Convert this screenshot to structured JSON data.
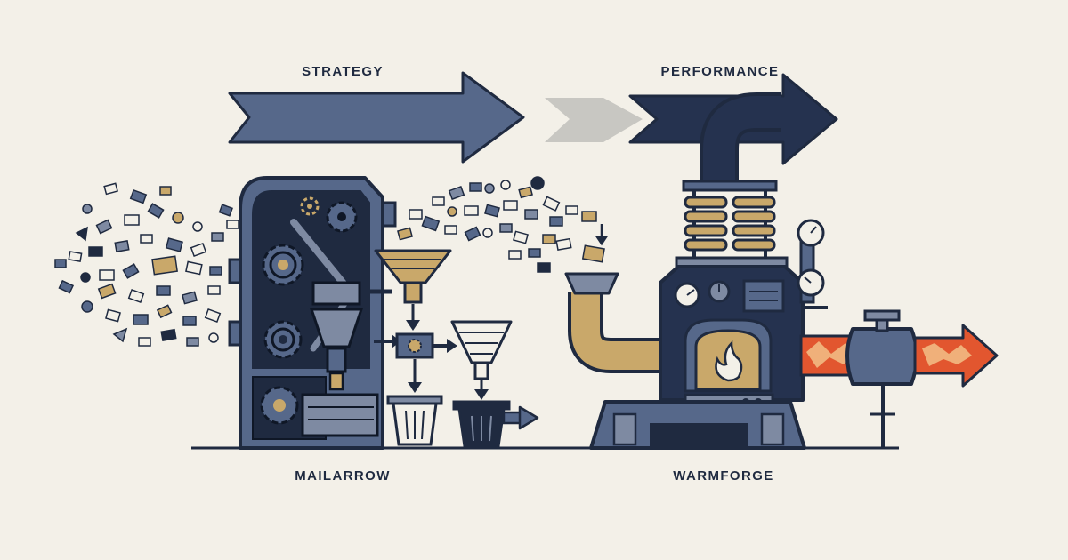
{
  "labels": {
    "strategy": "STRATEGY",
    "performance": "PERFORMANCE",
    "mailarrow": "MAILARROW",
    "warmforge": "WARMFORGE"
  },
  "icons": [
    "envelope-icon",
    "gear-icon",
    "funnel-icon",
    "trash-bin-icon",
    "flame-icon",
    "pressure-gauge-icon",
    "flow-arrow-icon"
  ],
  "colors": {
    "background": "#f3f0e8",
    "navy": "#1f2a40",
    "slate": "#56688a",
    "steel": "#7e8aa2",
    "gold": "#c9a86a",
    "flame": "#e2562f",
    "light_gray": "#c8c7c2"
  }
}
